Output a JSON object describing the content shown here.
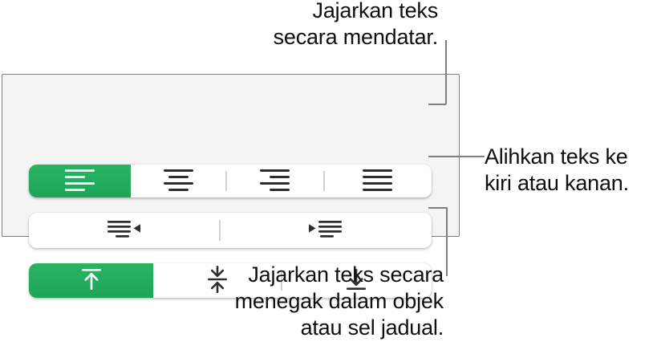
{
  "callouts": {
    "horizontal": {
      "lines": [
        "Jajarkan teks",
        "secara mendatar."
      ]
    },
    "move": {
      "lines": [
        "Alihkan teks ke",
        "kiri atau kanan."
      ]
    },
    "vertical": {
      "lines": [
        "Jajarkan teks secara",
        "menegak dalam objek",
        "atau sel jadual."
      ]
    }
  },
  "panel": {
    "rows": [
      {
        "name": "horizontal-alignment",
        "buttons": [
          {
            "icon": "align-left-icon",
            "selected": true
          },
          {
            "icon": "align-center-icon",
            "selected": false
          },
          {
            "icon": "align-right-icon",
            "selected": false
          },
          {
            "icon": "align-justify-icon",
            "selected": false
          }
        ]
      },
      {
        "name": "indentation",
        "buttons": [
          {
            "icon": "outdent-icon",
            "selected": false
          },
          {
            "icon": "indent-icon",
            "selected": false
          }
        ]
      },
      {
        "name": "vertical-alignment",
        "buttons": [
          {
            "icon": "align-top-icon",
            "selected": true
          },
          {
            "icon": "align-middle-icon",
            "selected": false
          },
          {
            "icon": "align-bottom-icon",
            "selected": false
          }
        ]
      }
    ]
  },
  "colors": {
    "accent_green": "#23ac5d",
    "panel_bg": "#f4f4f5",
    "panel_border": "#7e7e7e",
    "icon_dark": "#2e2e30",
    "icon_light": "#ffffff",
    "connector": "#7f7f7f",
    "divider": "#d2d2d4"
  }
}
